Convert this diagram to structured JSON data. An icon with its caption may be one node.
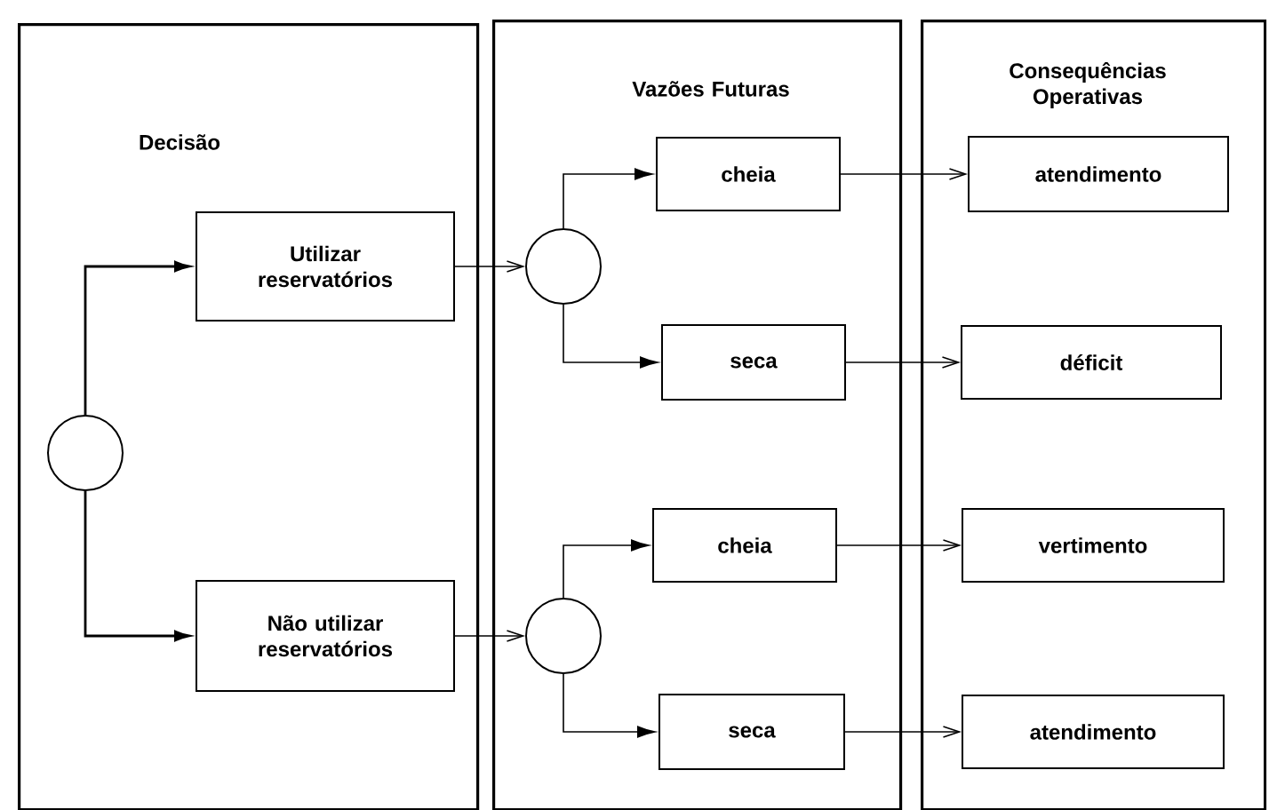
{
  "diagram": {
    "nodes": [
      {
        "text": [
          "Decisão"
        ]
      },
      {
        "text": [
          "Vazões Futuras"
        ]
      },
      {
        "text": [
          "Consequências Operativas"
        ]
      },
      {
        "text": [],
        "shape": "circle",
        "in": 0
      },
      {
        "text": [
          "Utilizar reservatórios"
        ],
        "in": 0
      },
      {
        "text": [
          "Não utilizar reservatórios"
        ],
        "in": 0
      },
      {
        "text": [],
        "shape": "circle",
        "in": 1
      },
      {
        "text": [
          "cheia"
        ],
        "in": 1
      },
      {
        "text": [
          "seca"
        ],
        "in": 1
      },
      {
        "text": [],
        "shape": "circle",
        "in": 1
      },
      {
        "text": [
          "cheia"
        ],
        "in": 1
      },
      {
        "text": [
          "seca"
        ],
        "in": 1
      },
      {
        "text": [
          "atendimento"
        ],
        "in": 2
      },
      {
        "text": [
          "déficit"
        ],
        "in": 2
      },
      {
        "text": [
          "vertimento"
        ],
        "in": 2
      },
      {
        "text": [
          "atendimento"
        ],
        "in": 2
      }
    ],
    "edges": [
      {
        "from": 3,
        "to": 4,
        "arrow": "to"
      },
      {
        "from": 3,
        "to": 5,
        "arrow": "to"
      },
      {
        "from": 4,
        "to": 6,
        "arrow": "to"
      },
      {
        "from": 5,
        "to": 9,
        "arrow": "to"
      },
      {
        "from": 6,
        "to": 7,
        "arrow": "to"
      },
      {
        "from": 6,
        "to": 8,
        "arrow": "to"
      },
      {
        "from": 9,
        "to": 10,
        "arrow": "to"
      },
      {
        "from": 9,
        "to": 11,
        "arrow": "to"
      },
      {
        "from": 7,
        "to": 12,
        "arrow": "to"
      },
      {
        "from": 8,
        "to": 13,
        "arrow": "to"
      },
      {
        "from": 10,
        "to": 14,
        "arrow": "to"
      },
      {
        "from": 11,
        "to": 15,
        "arrow": "to"
      }
    ]
  }
}
